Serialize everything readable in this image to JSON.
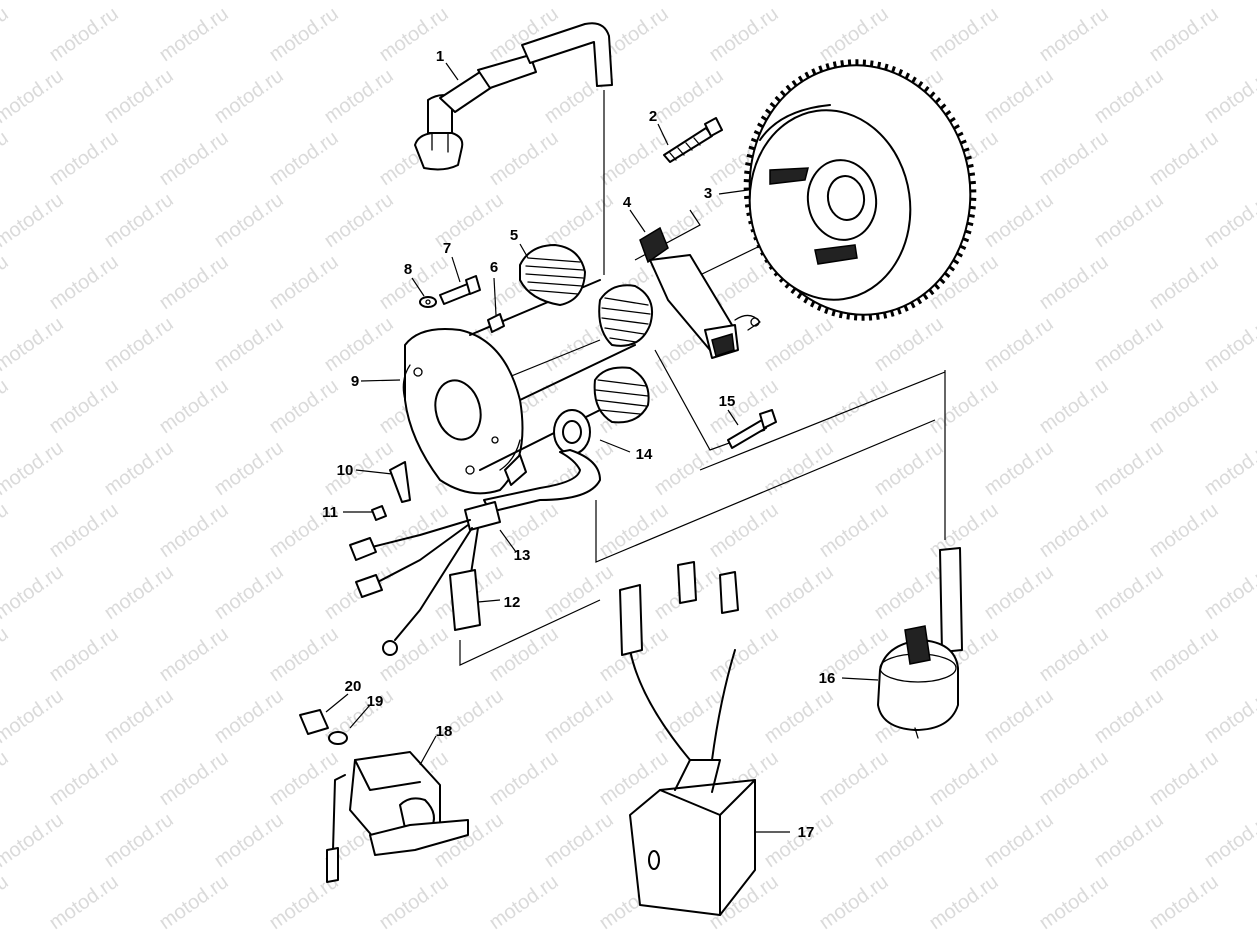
{
  "watermark": "motod.ru",
  "callouts": [
    "1",
    "2",
    "3",
    "4",
    "5",
    "6",
    "7",
    "8",
    "9",
    "10",
    "11",
    "12",
    "13",
    "14",
    "15",
    "16",
    "17",
    "18",
    "19",
    "20"
  ]
}
